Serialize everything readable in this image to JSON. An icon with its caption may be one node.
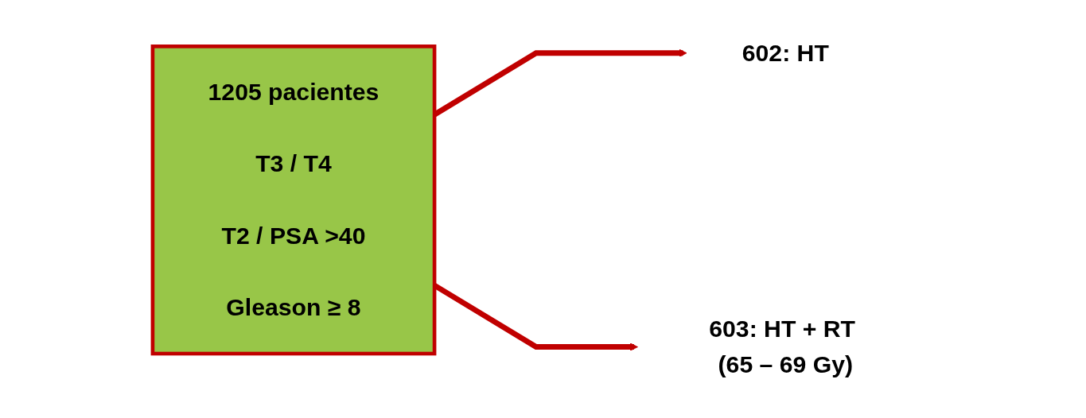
{
  "diagram": {
    "nodes": [
      {
        "text": [
          "1205 pacientes",
          "T3 / T4",
          "T2 / PSA >40",
          "Gleason ≥ 8"
        ]
      },
      {
        "text": [
          "602: HT"
        ]
      },
      {
        "text": [
          "603: HT + RT (65 – 69 Gy)"
        ]
      }
    ],
    "edges": [
      {
        "from": 0,
        "to": 1,
        "arrow": "to"
      },
      {
        "from": 0,
        "to": 2,
        "arrow": "to"
      }
    ]
  }
}
